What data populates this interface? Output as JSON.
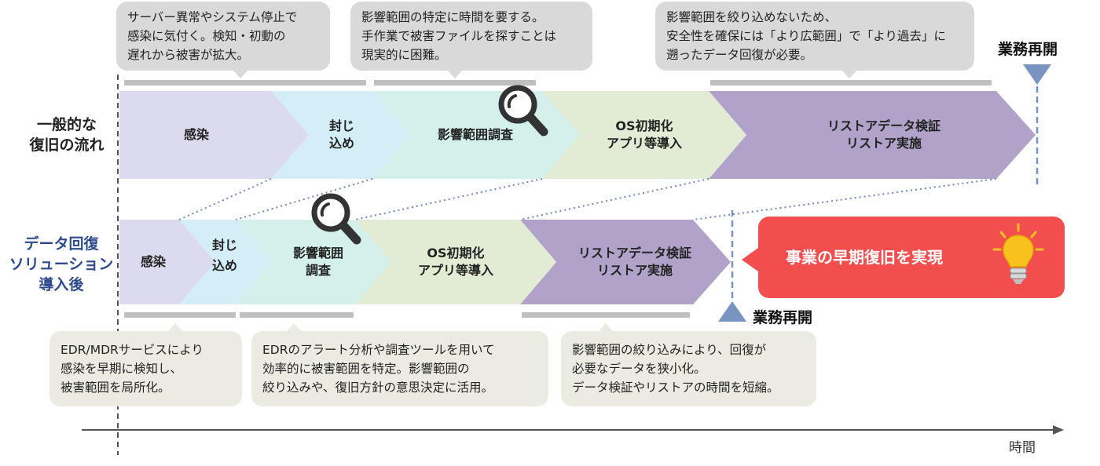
{
  "rows": {
    "general_title": [
      "一般的な",
      "復旧の流れ"
    ],
    "solution_title": [
      "データ回復",
      "ソリューション",
      "導入後"
    ]
  },
  "top_phases": [
    {
      "label": [
        "感染"
      ]
    },
    {
      "label": [
        "封じ",
        "込め"
      ]
    },
    {
      "label": [
        "影響範囲調査"
      ]
    },
    {
      "label": [
        "OS初期化",
        "アプリ等導入"
      ]
    },
    {
      "label": [
        "リストアデータ検証",
        "リストア実施"
      ]
    }
  ],
  "bottom_phases": [
    {
      "label": [
        "感染"
      ]
    },
    {
      "label": [
        "封じ",
        "込め"
      ]
    },
    {
      "label": [
        "影響範囲",
        "調査"
      ]
    },
    {
      "label": [
        "OS初期化",
        "アプリ等導入"
      ]
    },
    {
      "label": [
        "リストアデータ検証",
        "リストア実施"
      ]
    }
  ],
  "top_callouts": [
    {
      "lines": [
        "サーバー異常やシステム停止で",
        "感染に気付く。検知・初動の",
        "遅れから被害が拡大。"
      ]
    },
    {
      "lines": [
        "影響範囲の特定に時間を要する。",
        "手作業で被害ファイルを探すことは",
        "現実的に困難。"
      ]
    },
    {
      "lines": [
        "影響範囲を絞り込めないため、",
        "安全性を確保には「より広範囲」で「より過去」に",
        "遡ったデータ回復が必要。"
      ]
    }
  ],
  "bottom_callouts": [
    {
      "lines": [
        "EDR/MDRサービスにより",
        "感染を早期に検知し、",
        "被害範囲を局所化。"
      ]
    },
    {
      "lines": [
        "EDRのアラート分析や調査ツールを用いて",
        "効率的に被害範囲を特定。影響範囲の",
        "絞り込みや、復旧方針の意思決定に活用。"
      ]
    },
    {
      "lines": [
        "影響範囲の絞り込みにより、回復が",
        "必要なデータを狭小化。",
        "データ検証やリストアの時間を短縮。"
      ]
    }
  ],
  "resume_top": "業務再開",
  "resume_bottom": "業務再開",
  "result": "事業の早期復旧を実現",
  "axis_label": "時間",
  "colors": {
    "infection": "#dcdaee",
    "containment": "#d4eef7",
    "investigation": "#d3f1ea",
    "os_init": "#e2ecd5",
    "restore": "#b0a2c8",
    "result": "#f24e4e",
    "marker": "#7b93c0",
    "solution_title": "#2e4a8c"
  },
  "icons": [
    "magnifier-icon",
    "lightbulb-icon"
  ]
}
